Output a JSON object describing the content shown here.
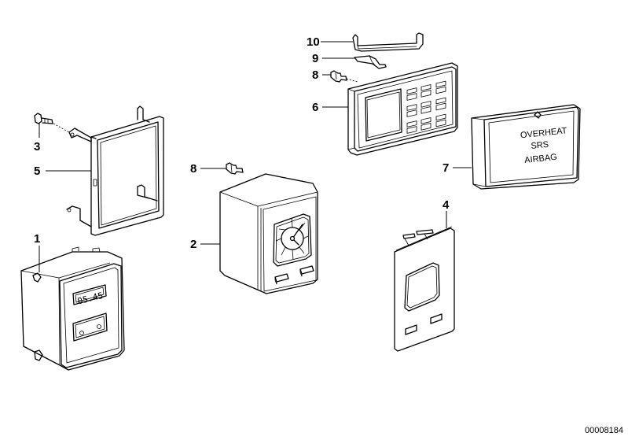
{
  "diagram": {
    "type": "exploded-parts-diagram",
    "id_label": "00008184",
    "callouts": [
      {
        "number": "1",
        "part": "digital-clock"
      },
      {
        "number": "2",
        "part": "analog-clock"
      },
      {
        "number": "3",
        "part": "screw"
      },
      {
        "number": "4",
        "part": "trim-panel"
      },
      {
        "number": "5",
        "part": "mounting-frame"
      },
      {
        "number": "6",
        "part": "check-control-module"
      },
      {
        "number": "7",
        "part": "warning-lamp-panel"
      },
      {
        "number": "8",
        "part": "bulb-holder-clock"
      },
      {
        "number": "8",
        "part": "bulb-holder-check-control"
      },
      {
        "number": "9",
        "part": "bracket-clip"
      },
      {
        "number": "10",
        "part": "retaining-bracket"
      }
    ],
    "digital_clock_display": "05.45",
    "warning_panel_lines": [
      "OVERHEAT",
      "SRS",
      "AIRBAG"
    ]
  }
}
